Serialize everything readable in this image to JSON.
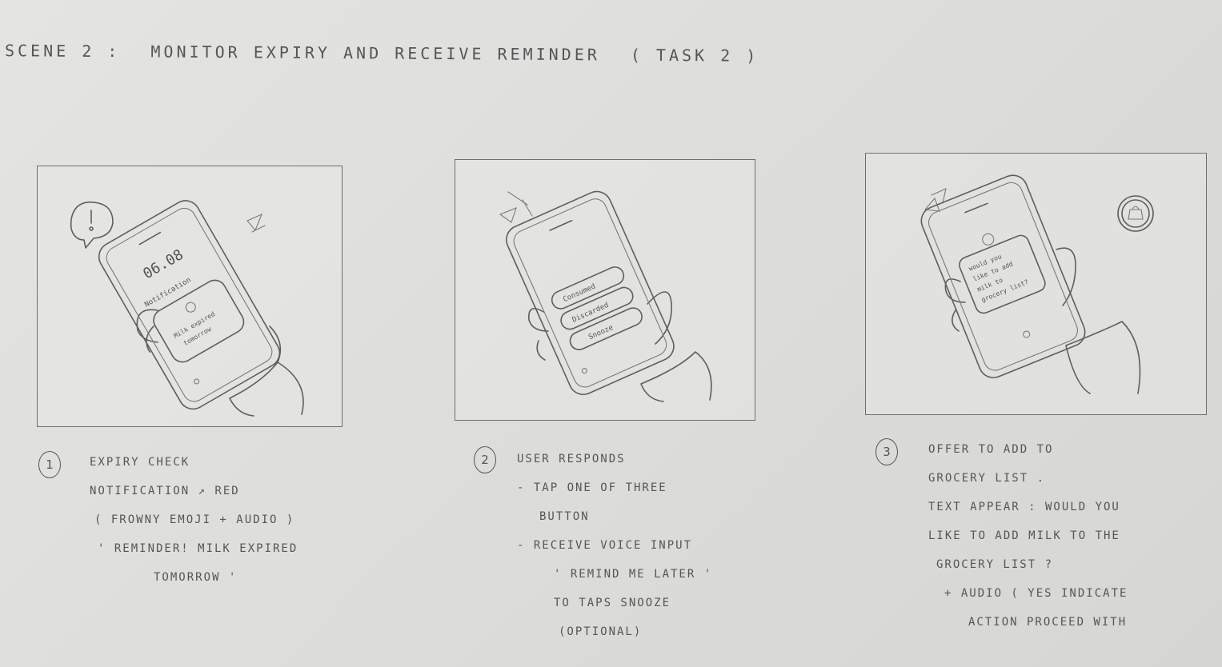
{
  "title": {
    "scene": "SCENE 2 :",
    "name": "MONITOR EXPIRY AND RECEIVE REMINDER",
    "task": "( TASK 2 )"
  },
  "panels": [
    {
      "number": "1",
      "phone": {
        "time": "06.08",
        "notification": "Notification",
        "message_1": "Milk expired",
        "message_2": "tomorrow"
      },
      "caption": [
        "EXPIRY CHECK",
        "NOTIFICATION ↗ RED",
        "( FROWNY EMOJI + AUDIO )",
        "' REMINDER! MILK EXPIRED",
        "TOMORROW '"
      ]
    },
    {
      "number": "2",
      "phone": {
        "button_1": "Consumed",
        "button_2": "Discarded",
        "button_3": "Snooze"
      },
      "caption": [
        "USER RESPONDS",
        "- TAP ONE OF THREE",
        "BUTTON",
        "- RECEIVE VOICE INPUT",
        "' REMIND ME LATER '",
        "TO TAPS SNOOZE",
        "(OPTIONAL)"
      ]
    },
    {
      "number": "3",
      "phone": {
        "prompt_1": "would you",
        "prompt_2": "like to add",
        "prompt_3": "milk to",
        "prompt_4": "grocery list?"
      },
      "caption": [
        "OFFER TO ADD TO",
        "GROCERY LIST .",
        "TEXT APPEAR : WOULD YOU",
        "LIKE TO ADD MILK TO THE",
        "GROCERY LIST ?",
        "+ AUDIO ( YES INDICATE",
        "ACTION PROCEED WITH"
      ]
    }
  ]
}
